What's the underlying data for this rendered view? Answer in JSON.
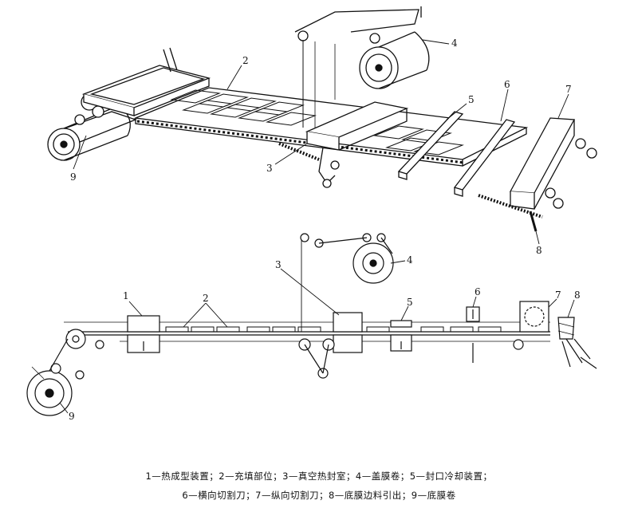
{
  "callouts": {
    "iso": [
      "9",
      "2",
      "3",
      "4",
      "5",
      "6",
      "7",
      "8"
    ],
    "side": [
      "1",
      "2",
      "3",
      "4",
      "5",
      "6",
      "7",
      "8",
      "9"
    ]
  },
  "caption": {
    "line1": "1—热成型装置；2—充填部位；3—真空热封室；4—盖膜卷；5—封口冷却装置；",
    "line2": "6—横向切割刀；7—纵向切割刀；8—底膜边料引出；9—底膜卷"
  }
}
